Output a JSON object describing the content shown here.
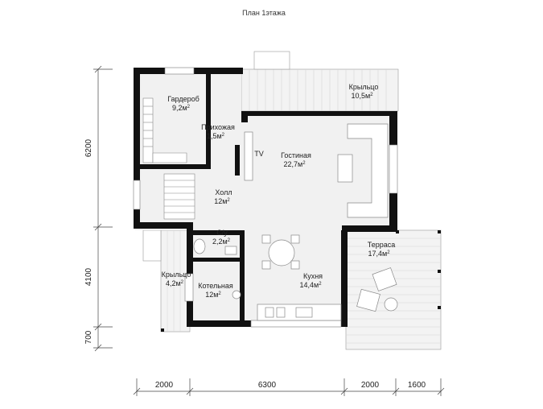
{
  "title": "План 1этажа",
  "rooms": [
    {
      "name": "Гардероб",
      "area": "9,2м",
      "sup": "2"
    },
    {
      "name": "Прихожая",
      "area": "1,5м",
      "sup": "2"
    },
    {
      "name": "Крыльцо",
      "area": "10,5м",
      "sup": "2"
    },
    {
      "name": "Гостиная",
      "area": "22,7м",
      "sup": "2"
    },
    {
      "name": "Холл",
      "area": "12м",
      "sup": "2"
    },
    {
      "name": "С/у",
      "area": "2,2м",
      "sup": "2"
    },
    {
      "name": "Крыльцо",
      "area": "4,2м",
      "sup": "2"
    },
    {
      "name": "Котельная",
      "area": "12м",
      "sup": "2"
    },
    {
      "name": "Кухня",
      "area": "14,4м",
      "sup": "2"
    },
    {
      "name": "Терраса",
      "area": "17,4м",
      "sup": "2"
    }
  ],
  "tv_label": "TV",
  "dims_vertical": [
    "6200",
    "4100",
    "700"
  ],
  "dims_horizontal": [
    "2000",
    "6300",
    "2000",
    "1600"
  ]
}
